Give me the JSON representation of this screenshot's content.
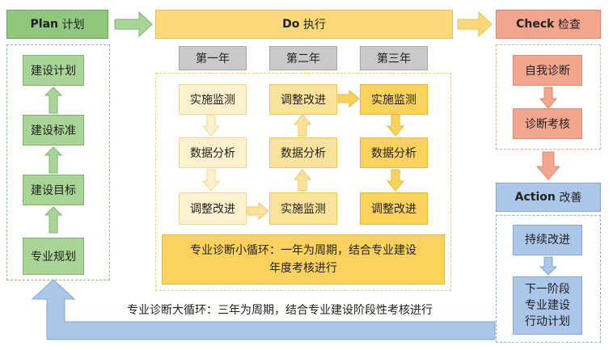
{
  "headers": {
    "plan": {
      "en": "Plan",
      "zh": "计划"
    },
    "do": {
      "en": "Do",
      "zh": "执行"
    },
    "check": {
      "en": "Check",
      "zh": "检查"
    },
    "action": {
      "en": "Action",
      "zh": "改善"
    }
  },
  "plan_steps": [
    "建设计划",
    "建设标准",
    "建设目标",
    "专业规划"
  ],
  "years": [
    "第一年",
    "第二年",
    "第三年"
  ],
  "do_columns": [
    [
      "实施监测",
      "数据分析",
      "调整改进"
    ],
    [
      "调整改进",
      "数据分析",
      "实施监测"
    ],
    [
      "实施监测",
      "数据分析",
      "调整改进"
    ]
  ],
  "small_cycle": {
    "line1": "专业诊断小循环：一年为周期，结合专业建设",
    "line2": "年度考核进行"
  },
  "check_steps": [
    "自我诊断",
    "诊断考核"
  ],
  "action_steps": [
    "持续改进",
    "下一阶段",
    "专业建设",
    "行动计划"
  ],
  "big_cycle": "专业诊断大循环：三年为周期，结合专业建设阶段性考核进行"
}
